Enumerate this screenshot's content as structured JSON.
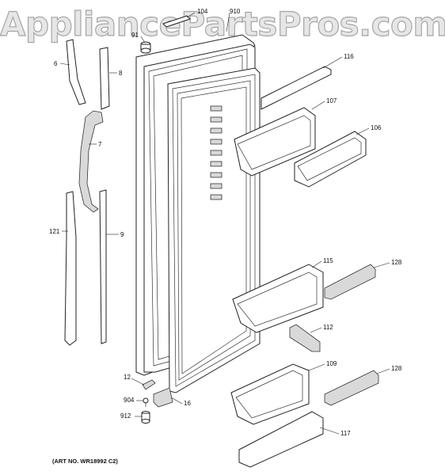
{
  "watermark": "AppliancePartsPros.com",
  "art_number": "(ART NO. WR18992 C2)",
  "callouts": {
    "c104": "104",
    "c910": "910",
    "c91": "91",
    "c6": "6",
    "c8": "8",
    "c7": "7",
    "c121": "121",
    "c9": "9",
    "c116": "116",
    "c107": "107",
    "c106": "106",
    "c115": "115",
    "c128a": "128",
    "c112": "112",
    "c109": "109",
    "c128b": "128",
    "c117": "117",
    "c12": "12",
    "c904": "904",
    "c16": "16",
    "c912": "912"
  }
}
